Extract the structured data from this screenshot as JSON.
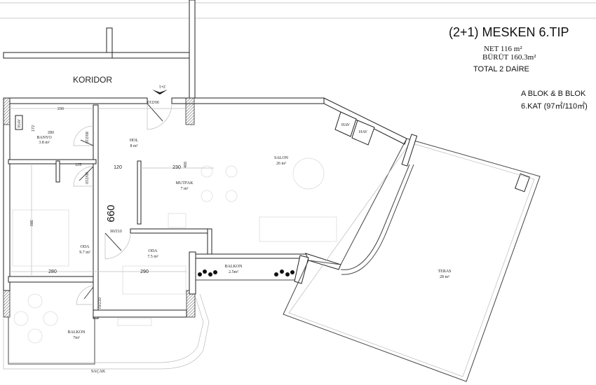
{
  "header": {
    "title": "(2+1) MESKEN 6.TIP",
    "net": "NET 116 m²",
    "gross": "BÜRÜT 160.3m²",
    "total": "TOTAL 2 DAİRE",
    "block": "A BLOK & B BLOK",
    "floor": "6.KAT (97㎡/110㎡)"
  },
  "plan": {
    "corridor": "KORIDOR",
    "entrance_marker": "2+1",
    "big_dimension": "660",
    "cornice": "SAÇAK",
    "rooms": [
      {
        "name": "BANYO",
        "area": "3.8 m²"
      },
      {
        "name": "HOL",
        "area": "8 m²"
      },
      {
        "name": "MUTFAK",
        "area": "7 m²"
      },
      {
        "name": "SALON",
        "area": "26 m²"
      },
      {
        "name": "ODA",
        "area": "9.7 m²"
      },
      {
        "name": "ODA",
        "area": "7.5 m²"
      },
      {
        "name": "BALKON",
        "area": "2.5m²"
      },
      {
        "name": "BALKON",
        "area": "7m²"
      },
      {
        "name": "TERAS",
        "area": "28 m²"
      }
    ],
    "shafts": [
      "HAV",
      "HAV",
      "HAV"
    ],
    "dimensions": [
      "230",
      "280",
      "172",
      "120",
      "230",
      "400",
      "125",
      "380",
      "280",
      "290"
    ],
    "doors": [
      "90/210",
      "80/210",
      "80/210",
      "90/210",
      "70/210"
    ]
  }
}
